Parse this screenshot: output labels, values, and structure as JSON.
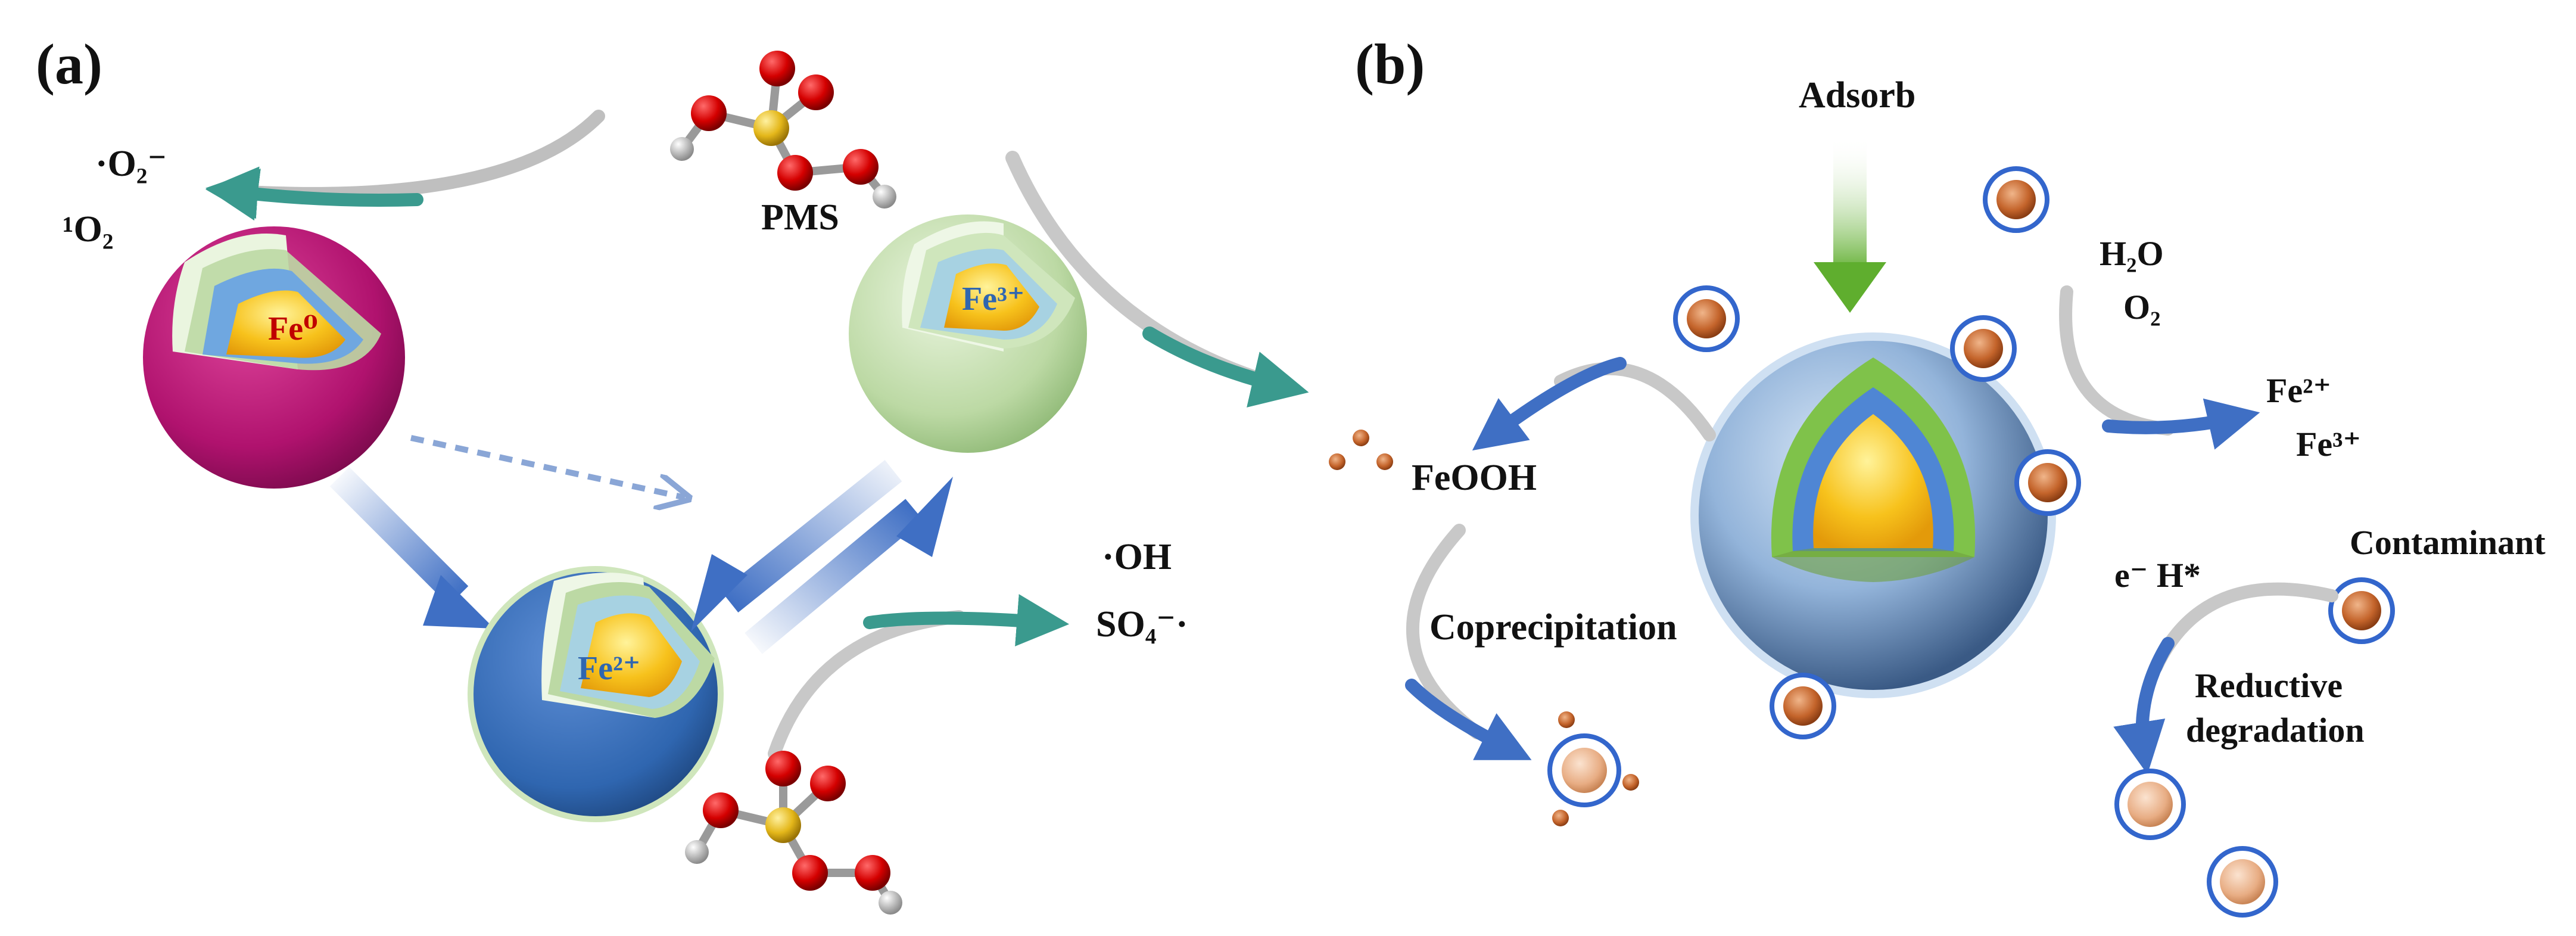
{
  "panels": {
    "a": "(a)",
    "b": "(b)"
  },
  "panel_a": {
    "pms_label": "PMS",
    "species_top": [
      "·O₂⁻",
      "¹O₂"
    ],
    "species_right": [
      "·OH",
      "SO₄⁻·"
    ],
    "core_labels": {
      "fe0": "Fe⁰",
      "fe2": "Fe²⁺",
      "fe3": "Fe³⁺"
    }
  },
  "panel_b": {
    "adsorb": "Adsorb",
    "feooh": "FeOOH",
    "coprecipitation": "Coprecipitation",
    "h2o": "H₂O",
    "o2": "O₂",
    "fe2": "Fe²⁺",
    "fe3": "Fe³⁺",
    "electrons": "e⁻  H*",
    "contaminant": "Contaminant",
    "reductive_1": "Reductive",
    "reductive_2": "degradation"
  },
  "colors": {
    "shell_magenta": "#b0126e",
    "shell_blue": "#2f66b0",
    "shell_green": "#bcd9a4",
    "core_gold": "#f7c21c",
    "arrow_teal": "#3a9a8e",
    "arrow_blue": "#3f6fc4",
    "arrow_green": "#5fae2e",
    "contaminant_brown": "#b5551f",
    "ring_blue": "#3366cc"
  }
}
